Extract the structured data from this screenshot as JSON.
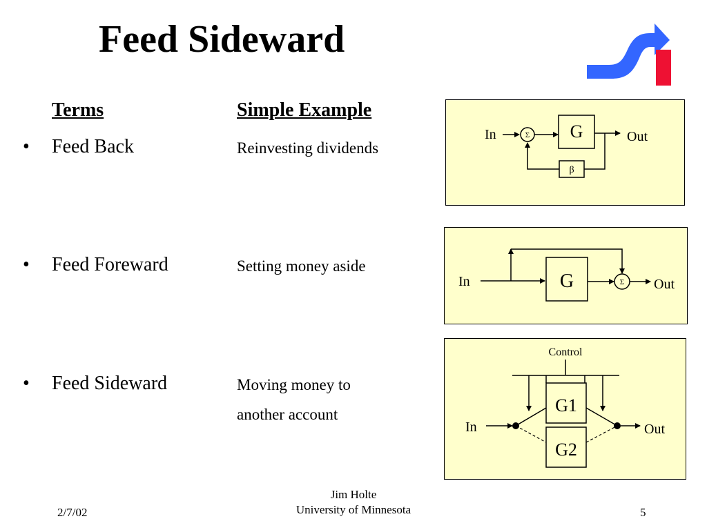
{
  "slide": {
    "title": "Feed Sideward",
    "headers": {
      "terms": "Terms",
      "example": "Simple Example"
    },
    "bullet_char": "•",
    "rows": [
      {
        "term": "Feed Back",
        "example": "Reinvesting dividends"
      },
      {
        "term": "Feed Foreward",
        "example": "Setting money aside"
      },
      {
        "term": "Feed Sideward",
        "example": "Moving money to",
        "example_line2": "another account"
      }
    ]
  },
  "diagrams": {
    "feedback": {
      "in": "In",
      "out": "Out",
      "block": "G",
      "sum": "Σ",
      "feedback_block": "β"
    },
    "feedforward": {
      "in": "In",
      "out": "Out",
      "block": "G",
      "sum": "Σ"
    },
    "feedsideward": {
      "in": "In",
      "out": "Out",
      "control": "Control",
      "block1": "G1",
      "block2": "G2"
    }
  },
  "footer": {
    "date": "2/7/02",
    "author": "Jim Holte",
    "org": "University of Minnesota",
    "page": "5"
  },
  "colors": {
    "panel_bg": "#ffffcc",
    "logo_blue": "#3366ff",
    "logo_red": "#ee1133"
  }
}
